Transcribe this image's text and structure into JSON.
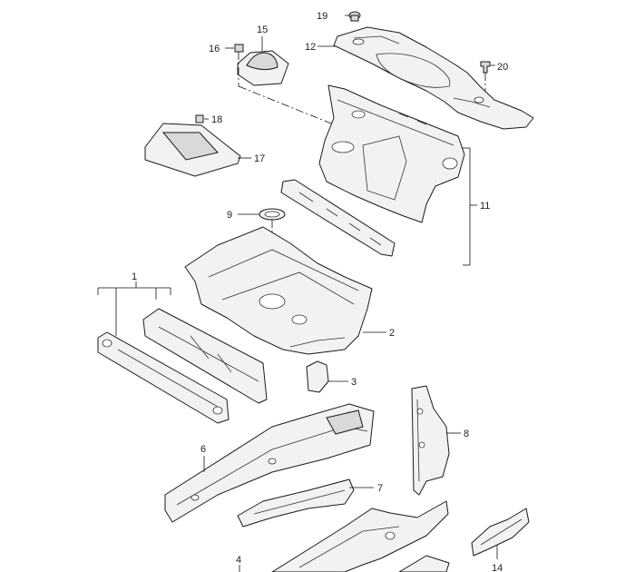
{
  "diagram": {
    "labels": {
      "l1": "1",
      "l2": "2",
      "l3": "3",
      "l4": "4",
      "l6": "6",
      "l7": "7",
      "l8": "8",
      "l9": "9",
      "l11": "11",
      "l12": "12",
      "l14": "14",
      "l15": "15",
      "l16": "16",
      "l17": "17",
      "l18": "18",
      "l19": "19",
      "l20": "20"
    }
  }
}
